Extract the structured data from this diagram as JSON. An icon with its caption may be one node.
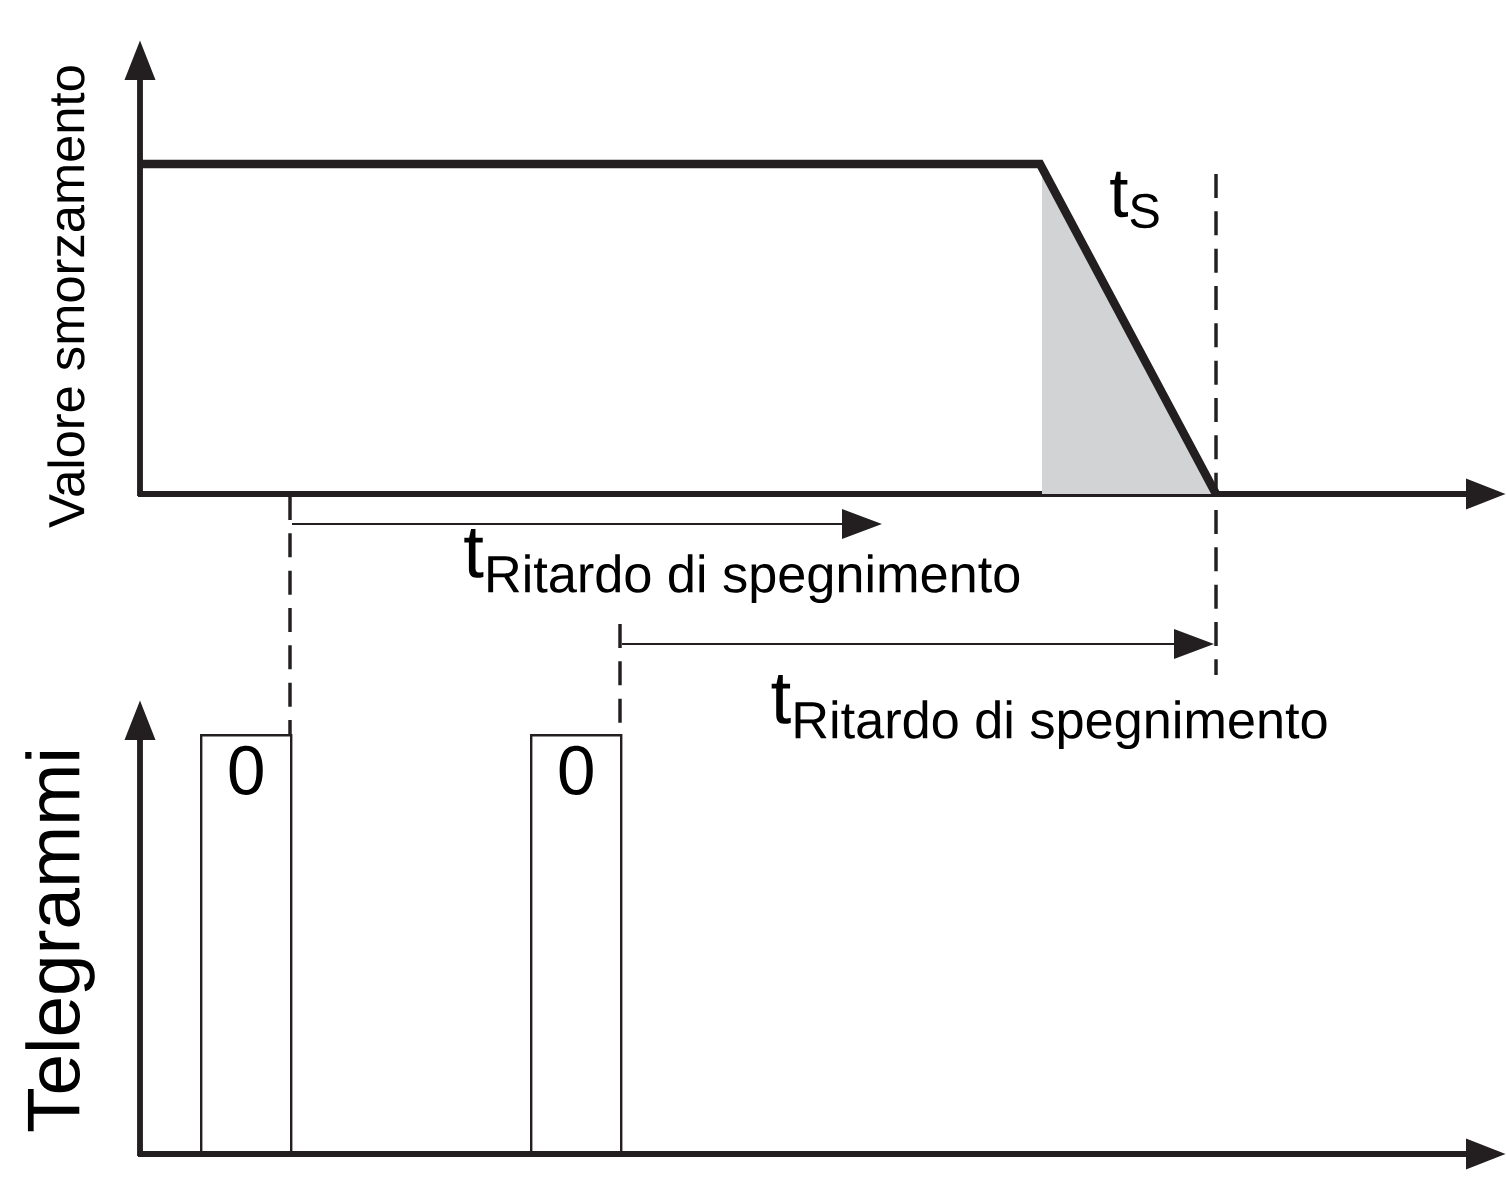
{
  "diagram": {
    "nodes": [
      {
        "text": [
          "0"
        ]
      },
      {
        "text": [
          "0"
        ]
      }
    ],
    "edges": [],
    "labels": [
      "Valore smorzamento",
      "\\text{t}_{\\text{S}}",
      "\\text{t}_{\\text{Ritardo di spegnimento}}",
      "\\text{t}_{\\text{Ritardo di spegnimento}}",
      "Telegrammi"
    ]
  }
}
